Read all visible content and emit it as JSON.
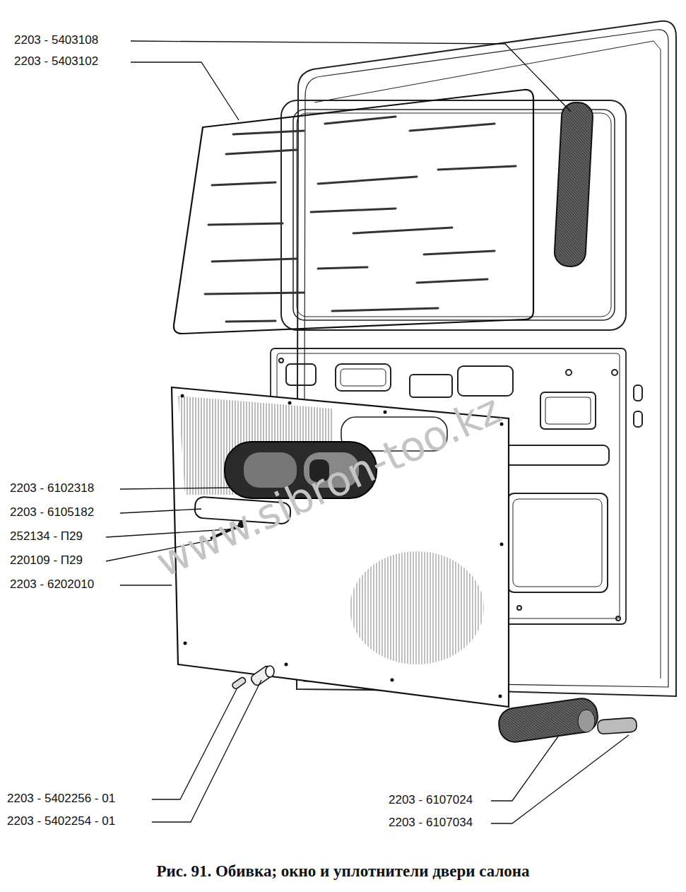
{
  "diagram": {
    "caption": "Рис.   91. Обивка; окно и уплотнители двери салона",
    "labels": [
      "2203 - 5403108",
      "2203 - 5403102",
      "2203 - 6102318",
      "2203 - 6105182",
      "252134 - П29",
      "220109 - П29",
      "2203 - 6202010",
      "2203 - 5402256 - 01",
      "2203 - 5402254 - 01",
      "2203 - 6107024",
      "2203 - 6107034",
      "www.sibron-too.kz"
    ]
  }
}
